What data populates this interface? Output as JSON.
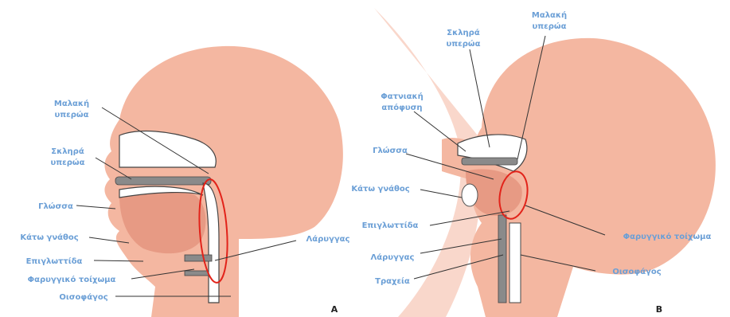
{
  "panelA": {
    "tag": "A",
    "labels": {
      "soft_palate_1": "Μαλακή",
      "soft_palate_2": "υπερώα",
      "hard_palate_1": "Σκληρά",
      "hard_palate_2": "υπερώα",
      "tongue": "Γλώσσα",
      "mandible": "Κάτω γνάθος",
      "epiglottis": "Επιγλωττίδα",
      "pharyngeal_wall": "Φαρυγγικό τοίχωμα",
      "esophagus": "Οισοφάγος",
      "larynx": "Λάρυγγας"
    }
  },
  "panelB": {
    "tag": "B",
    "labels": {
      "hard_palate_1": "Σκληρά",
      "hard_palate_2": "υπερώα",
      "soft_palate_1": "Μαλακή",
      "soft_palate_2": "υπερώα",
      "alveolar_1": "Φατνιακή",
      "alveolar_2": "απόφυση",
      "tongue": "Γλώσσα",
      "mandible": "Κάτω γνάθος",
      "epiglottis": "Επιγλωττίδα",
      "larynx": "Λάρυγγας",
      "trachea": "Τραχεία",
      "pharyngeal_wall": "Φαρυγγικό τοίχωμα",
      "esophagus": "Οισοφάγος"
    }
  },
  "colors": {
    "skin": "#f4b7a1",
    "label": "#6b9fd6",
    "highlight": "#e2231a"
  }
}
